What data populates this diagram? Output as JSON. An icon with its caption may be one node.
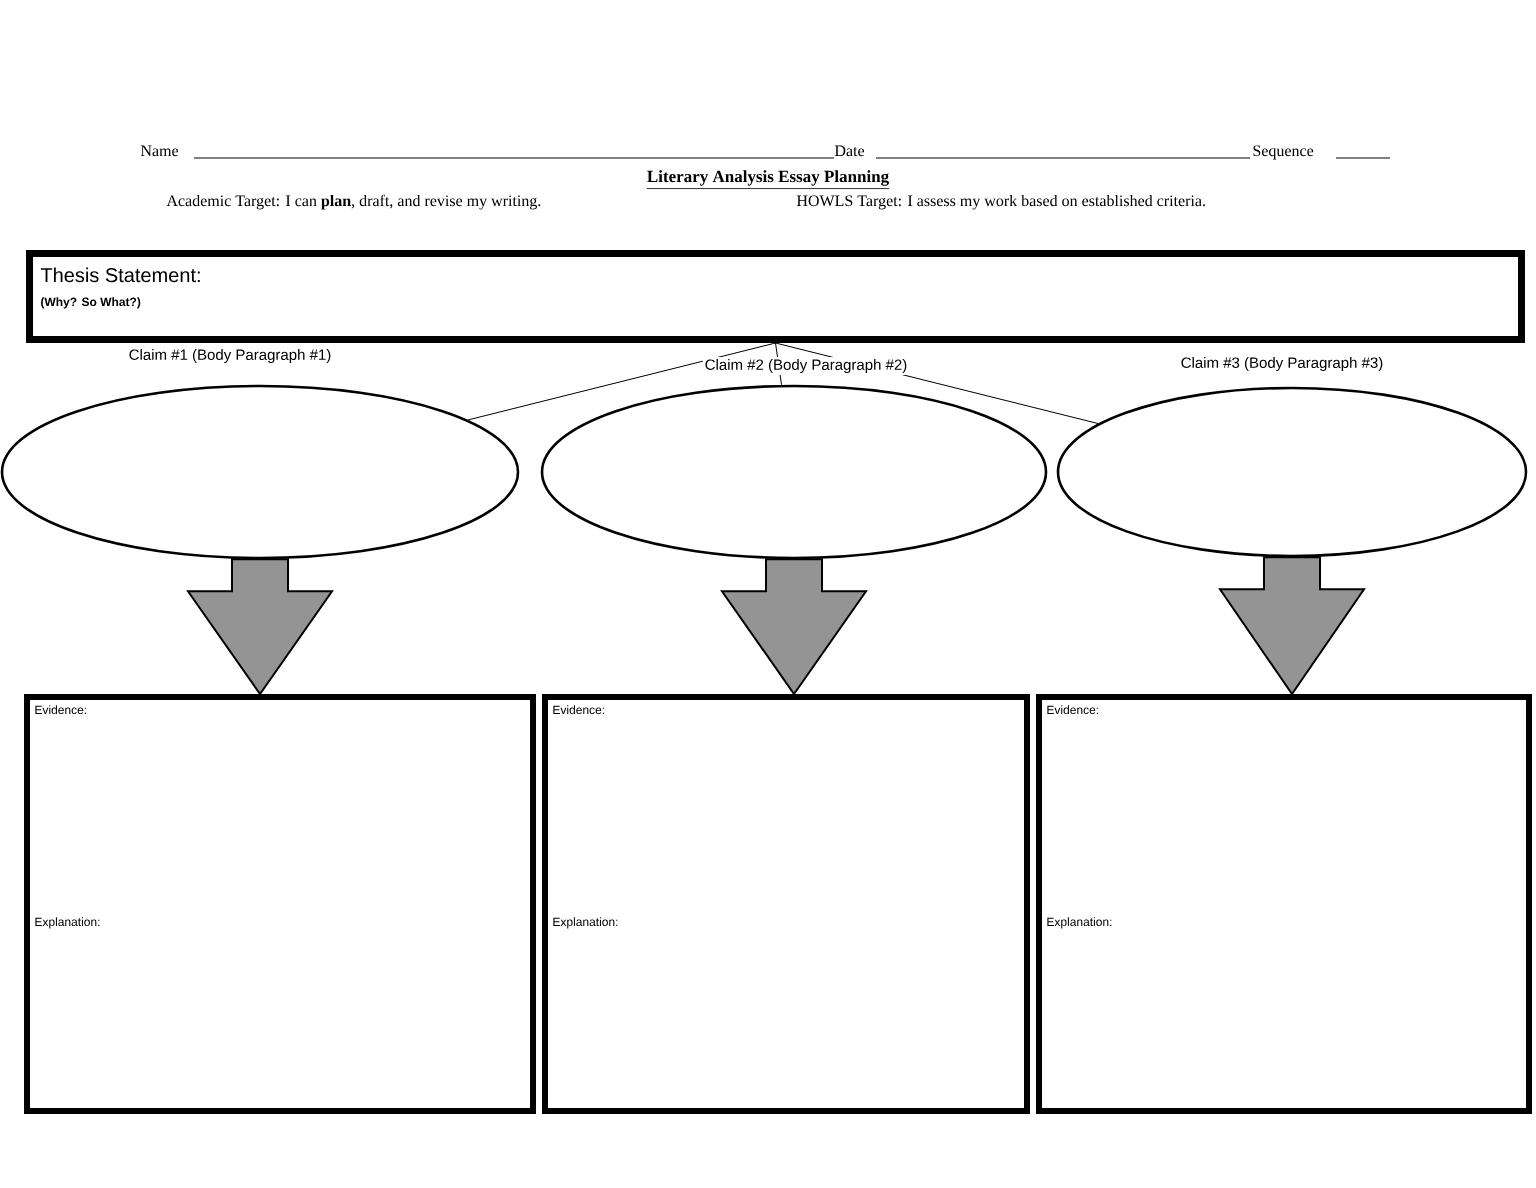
{
  "diagram": {
    "title": "Literary Analysis Essay Planning",
    "nodes": [
      {
        "text": [
          "Thesis Statement:",
          "(Why? So What?)"
        ]
      },
      {
        "text": [],
        "shape": "ellipse"
      },
      {
        "text": [],
        "shape": "ellipse"
      },
      {
        "text": [],
        "shape": "ellipse"
      },
      {
        "text": [
          "Evidence:",
          "Explanation:"
        ]
      },
      {
        "text": [
          "Evidence:",
          "Explanation:"
        ]
      },
      {
        "text": [
          "Evidence:",
          "Explanation:"
        ]
      }
    ],
    "edges": [
      {
        "from": 0,
        "to": 1,
        "arrow": "none"
      },
      {
        "from": 0,
        "to": 2,
        "arrow": "none"
      },
      {
        "from": 0,
        "to": 3,
        "arrow": "none"
      },
      {
        "from": 1,
        "to": 4,
        "arrow": "to",
        "style": "thick"
      },
      {
        "from": 2,
        "to": 5,
        "arrow": "to",
        "style": "thick"
      },
      {
        "from": 3,
        "to": 6,
        "arrow": "to",
        "style": "thick"
      }
    ],
    "labels": [
      "Name",
      "Date",
      "Sequence",
      "Academic Target: I can **plan**, draft, and revise my writing.",
      "HOWLS Target: I assess my work based on established criteria.",
      "Claim #1 (Body Paragraph #1)",
      "Claim #2 (Body Paragraph #2)",
      "Claim #3 (Body Paragraph #3)"
    ]
  }
}
